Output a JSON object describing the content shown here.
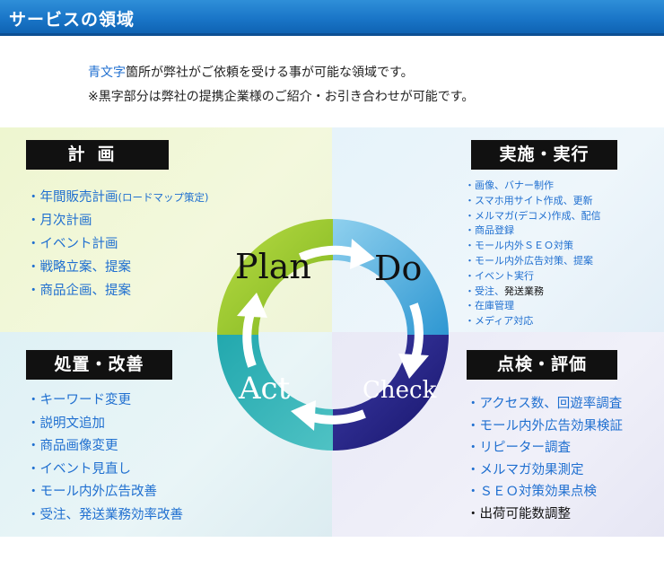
{
  "header": {
    "title": "サービスの領域"
  },
  "intro": {
    "line1_blue": "青文字",
    "line1_rest": "箇所が弊社がご依頼を受ける事が可能な領域です。",
    "line2": "※黒字部分は弊社の提携企業様のご紹介・お引き合わせが可能です。"
  },
  "cycle": {
    "plan": "Plan",
    "do": "Do",
    "check": "Check",
    "act": "Act"
  },
  "quadrants": {
    "plan": {
      "label": "計画",
      "items": [
        {
          "text": "・年間販売計画",
          "note": "(ロードマップ策定)"
        },
        {
          "text": "・月次計画"
        },
        {
          "text": "・イベント計画"
        },
        {
          "text": "・戦略立案、提案"
        },
        {
          "text": "・商品企画、提案"
        }
      ]
    },
    "do": {
      "label": "実施・実行",
      "items": [
        "・画像、バナー制作",
        "・スマホ用サイト作成、更新",
        "・メルマガ(デコメ)作成、配信",
        "・商品登録",
        "・モール内外ＳＥＯ対策",
        "・モール内外広告対策、提案",
        "・イベント実行",
        "・受注、",
        "発送業務",
        "・在庫管理",
        "・メディア対応"
      ]
    },
    "act": {
      "label": "処置・改善",
      "items": [
        "・キーワード変更",
        "・説明文追加",
        "・商品画像変更",
        "・イベント見直し",
        "・モール内外広告改善",
        "・受注、発送業務効率改善"
      ]
    },
    "check": {
      "label": "点検・評価",
      "items": [
        "・アクセス数、回遊率調査",
        "・モール内外広告効果検証",
        "・リピーター調査",
        "・メルマガ効果測定",
        "・ＳＥＯ対策効果点検",
        "・出荷可能数調整"
      ]
    }
  },
  "colors": {
    "header": "#1a76c8",
    "blue_text": "#1f6fd0",
    "plan_segment": "#93c42a",
    "do_segment": "#4fb2e0",
    "check_segment": "#26248a",
    "act_segment": "#1aa0a6"
  }
}
